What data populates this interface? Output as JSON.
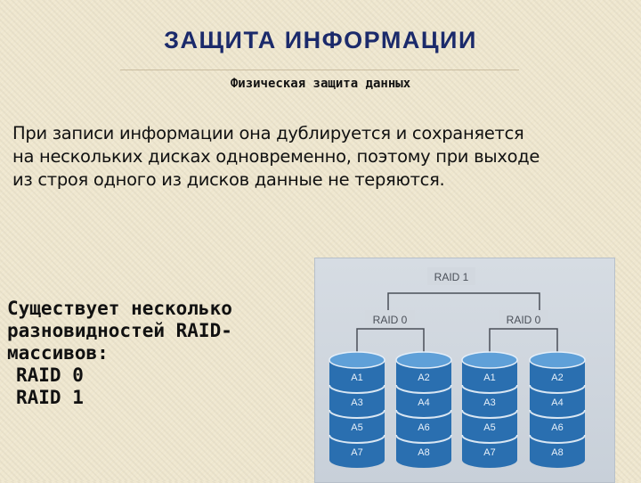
{
  "slide": {
    "title": "ЗАЩИТА ИНФОРМАЦИИ",
    "subtitle": "Физическая защита данных",
    "body_lines": [
      "При записи информации она дублируется и сохраняется",
      "на нескольких дисках одновременно, поэтому при выходе",
      "из строя одного из дисков данные не теряются."
    ],
    "side_lines": [
      "Существует несколько",
      "разновидностей RAID-",
      "массивов:",
      "RAID 0",
      "RAID 1"
    ]
  },
  "diagram": {
    "top_label": "RAID 1",
    "group_labels": [
      "RAID 0",
      "RAID 0"
    ],
    "disks": [
      [
        "A1",
        "A3",
        "A5",
        "A7"
      ],
      [
        "A2",
        "A4",
        "A6",
        "A8"
      ],
      [
        "A1",
        "A3",
        "A5",
        "A7"
      ],
      [
        "A2",
        "A4",
        "A6",
        "A8"
      ]
    ],
    "disk_color": "#2a6fb0",
    "disk_top_color": "#5fa0d8"
  }
}
